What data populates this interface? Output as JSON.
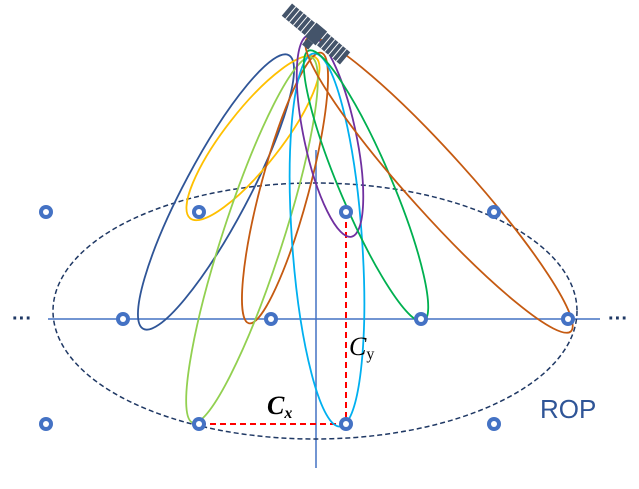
{
  "labels": {
    "cx_main": "C",
    "cx_sub": "x",
    "cy_main": "C",
    "cy_sub": "y",
    "region": "ROP",
    "ellipsis_left": "···",
    "ellipsis_right": "···"
  },
  "colors": {
    "axis": "#4472c4",
    "region_boundary": "#1f3864",
    "user_outer": "#4472c4",
    "user_inner": "#ffffff",
    "distance_lines": "#ff0000",
    "satellite_body": "#44546a",
    "beams": {
      "navy": "#2f5597",
      "orange": "#c55a11",
      "yellow": "#ffc000",
      "light_green": "#92d050",
      "green": "#00b050",
      "cyan": "#00b0f0",
      "purple": "#7030a0"
    }
  },
  "satellite_icon": "satellite-icon"
}
